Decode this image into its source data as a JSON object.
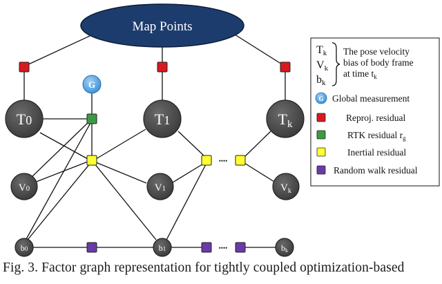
{
  "map_points": {
    "label": "Map Points",
    "fill": "#1d3c6e"
  },
  "pose_nodes": [
    {
      "main": "T",
      "sub": "0"
    },
    {
      "main": "T",
      "sub": "1"
    },
    {
      "main": "T",
      "sub": "k"
    }
  ],
  "velocity_nodes": [
    {
      "main": "V",
      "sub": "0"
    },
    {
      "main": "V",
      "sub": "1"
    },
    {
      "main": "V",
      "sub": "k"
    }
  ],
  "bias_nodes": [
    {
      "main": "b",
      "sub": "0"
    },
    {
      "main": "b",
      "sub": "1"
    },
    {
      "main": "b",
      "sub": "k"
    }
  ],
  "global_node": {
    "label": "G",
    "fill": "#5aa9e6"
  },
  "ellipsis": "••••",
  "legend": {
    "state_symbols": [
      {
        "main": "T",
        "sub": "k"
      },
      {
        "main": "V",
        "sub": "k"
      },
      {
        "main": "b",
        "sub": "k"
      }
    ],
    "state_desc_line1": "The pose velocity",
    "state_desc_line2": "bias of body frame",
    "state_desc_line3_prefix": "at time t",
    "state_desc_line3_sub": "k",
    "global": {
      "icon_label": "G",
      "text": "Global measurement"
    },
    "reproj": {
      "text": "Reproj. residual",
      "color": "#d71920"
    },
    "rtk": {
      "text": "RTK residual r",
      "sub": "g",
      "color": "#3c9a45"
    },
    "inertial": {
      "text": "Inertial residual",
      "color": "#ffff33"
    },
    "random_walk": {
      "text": "Random walk residual",
      "color": "#6a3aa8"
    }
  },
  "node_color": "#4a4a4a",
  "caption": "Fig. 3. Factor graph representation for tightly coupled optimization-based"
}
